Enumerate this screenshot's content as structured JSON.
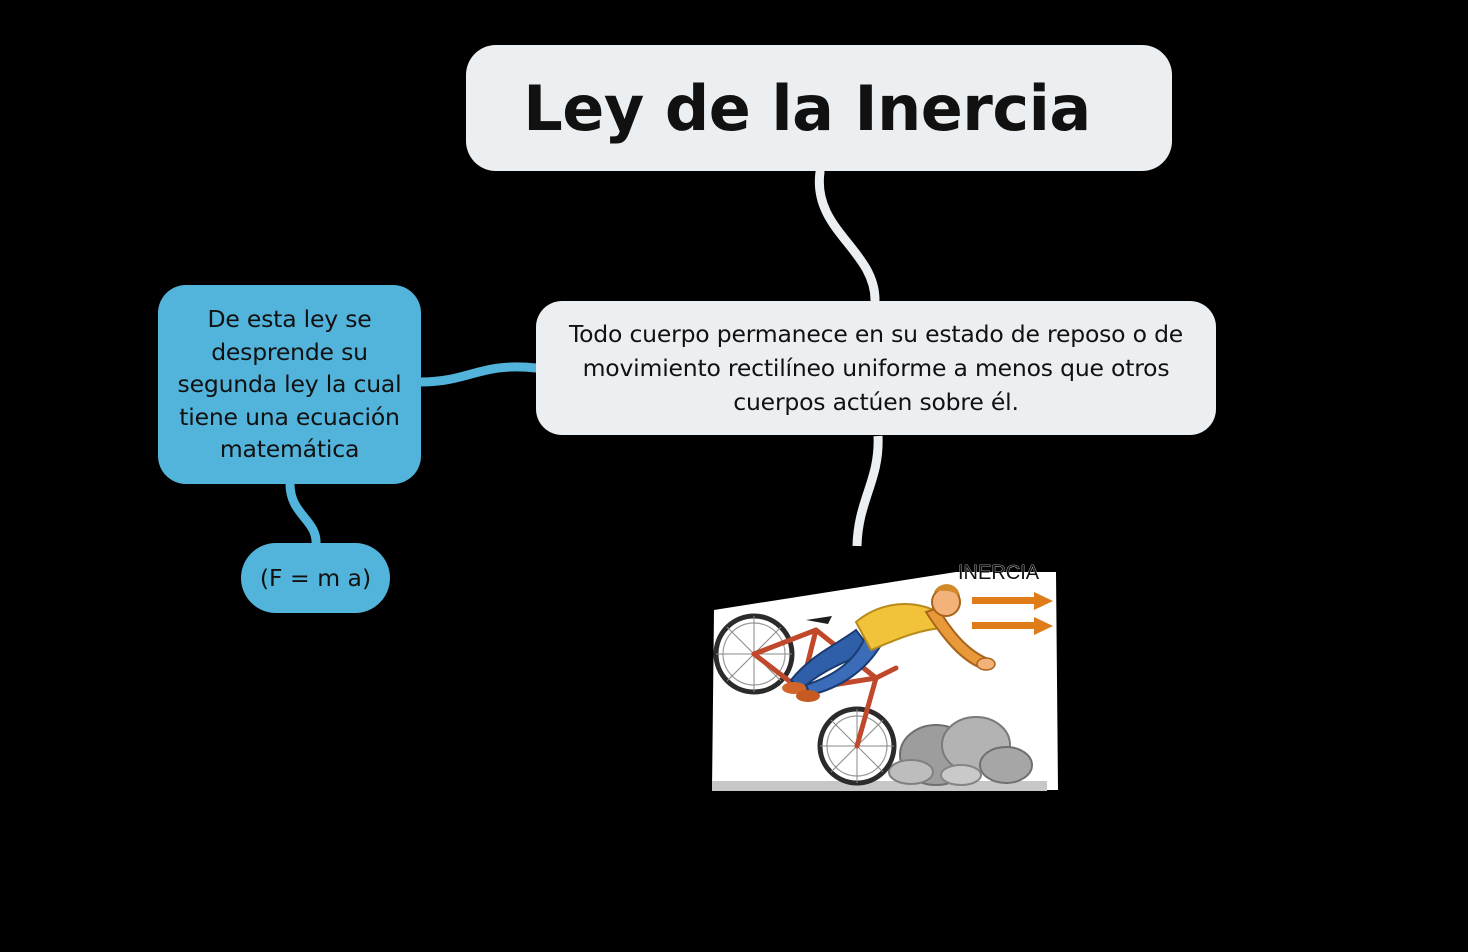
{
  "diagram": {
    "title": "Ley de la Inercia",
    "definition": "Todo cuerpo permanece en su estado de reposo o de movimiento rectilíneo uniforme a menos que otros cuerpos actúen sobre él.",
    "consequence": "De esta ley se desprende su segunda ley la cual tiene una ecuación matemática",
    "formula": "(F = m a)",
    "illustration": {
      "label": "INERCIA",
      "icon": "cyclist-falling-over-rocks-icon"
    }
  },
  "colors": {
    "background": "#000000",
    "light_node": "#eceff1",
    "blue_node": "#52b3db",
    "connector_light": "#eceff1",
    "connector_blue": "#52b3db",
    "arrow_orange": "#e07b1a"
  }
}
